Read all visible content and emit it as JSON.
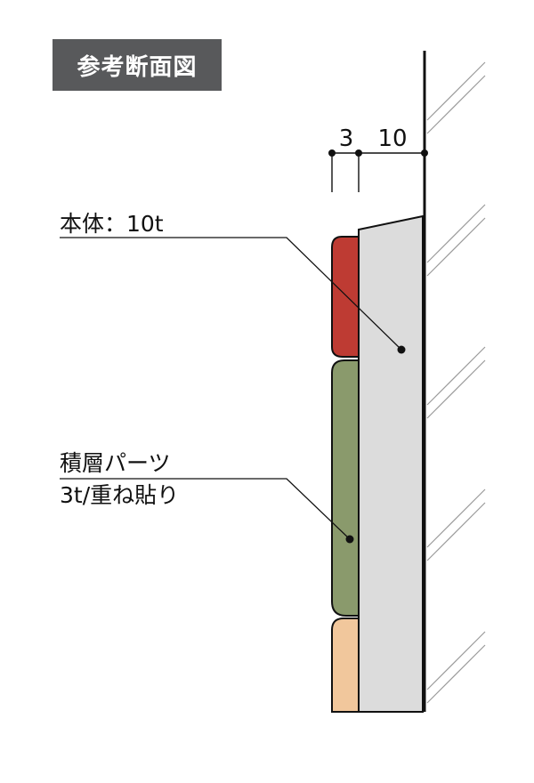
{
  "title": "参考断面図",
  "dimensions": {
    "part_thickness": "3",
    "body_thickness": "10"
  },
  "labels": {
    "body": "本体：10t",
    "parts_line1": "積層パーツ",
    "parts_line2": "3t/重ね貼り"
  },
  "colors": {
    "title_bg": "#58595b",
    "body_fill": "#dcdcdc",
    "part_red": "#be3b33",
    "part_green": "#8a9a6c",
    "part_orange": "#f1c79c",
    "line": "#111111"
  }
}
